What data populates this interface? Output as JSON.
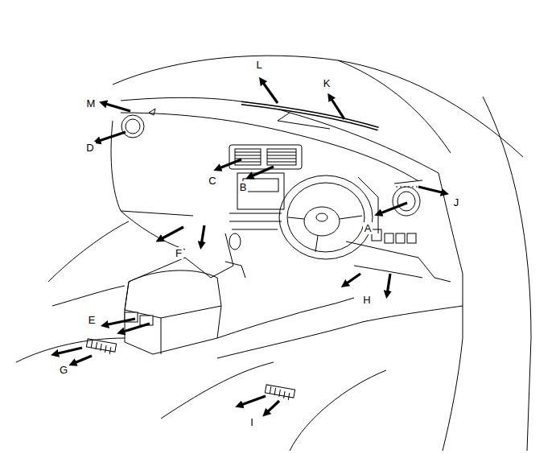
{
  "diagram": {
    "labels": [
      "L",
      "K",
      "M",
      "D",
      "C",
      "B",
      "J",
      "A",
      "F",
      "H",
      "E",
      "G",
      "I"
    ]
  }
}
